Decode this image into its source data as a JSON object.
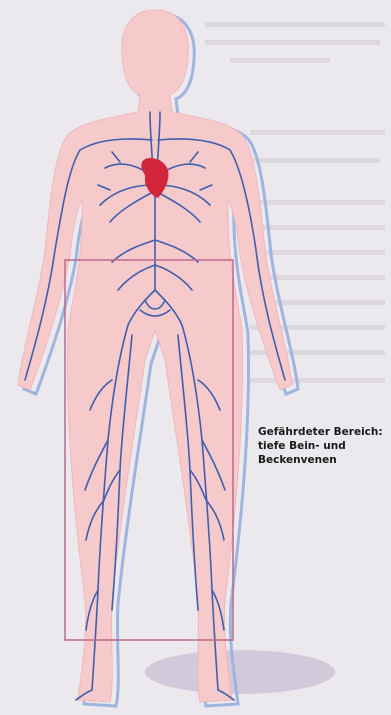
{
  "diagram": {
    "caption_lines": [
      "Gefährdeter Bereich:",
      "tiefe Bein- und",
      "Beckenvenen"
    ]
  },
  "colors": {
    "body_fill": "#f6c9cb",
    "vein": "#3f5fae",
    "heart": "#d2263c",
    "highlight_box": "#b86b8a",
    "background": "#ece9ee"
  }
}
